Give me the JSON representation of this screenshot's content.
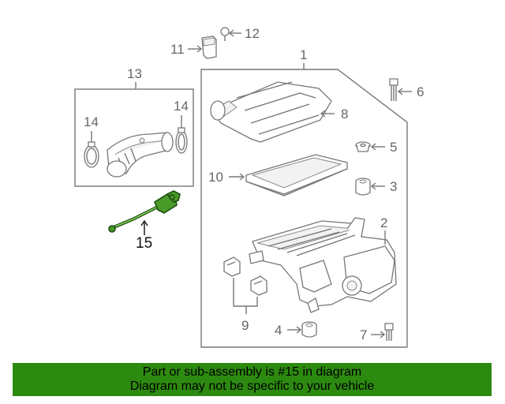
{
  "callouts": {
    "c1": "1",
    "c2": "2",
    "c3": "3",
    "c4": "4",
    "c5": "5",
    "c6": "6",
    "c7": "7",
    "c8": "8",
    "c9": "9",
    "c10": "10",
    "c11": "11",
    "c12": "12",
    "c13": "13",
    "c14a": "14",
    "c14b": "14",
    "c15": "15"
  },
  "highlighted_part": "15",
  "colors": {
    "banner_bg": "#2d8a10",
    "highlight": "#4a9a2a",
    "line": "#777777"
  },
  "banner": {
    "line1": "Part or sub-assembly is #15 in diagram",
    "line2": "Diagram may not be specific to your vehicle"
  }
}
